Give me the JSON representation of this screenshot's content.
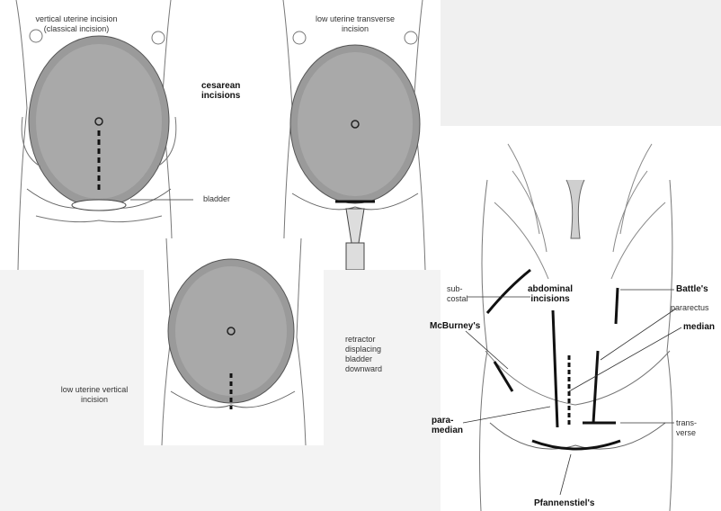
{
  "cesarean": {
    "title": "cesarean incisions",
    "classical_label": "vertical uterine incision (classical incision)",
    "transverse_label": "low uterine transverse incision",
    "bladder_label": "bladder",
    "low_vertical_label": "low uterine vertical incision",
    "retractor_label": "retractor displacing bladder downward"
  },
  "abdominal": {
    "title": "abdominal incisions",
    "subcostal_label": "sub-costal",
    "battles_label": "Battle's",
    "pararectus_label": "pararectus",
    "mcburneys_label": "McBurney's",
    "median_label": "median",
    "paramedian_label": "para-median",
    "transverse_label": "trans-verse",
    "pfannenstiel_label": "Pfannenstiel's"
  }
}
